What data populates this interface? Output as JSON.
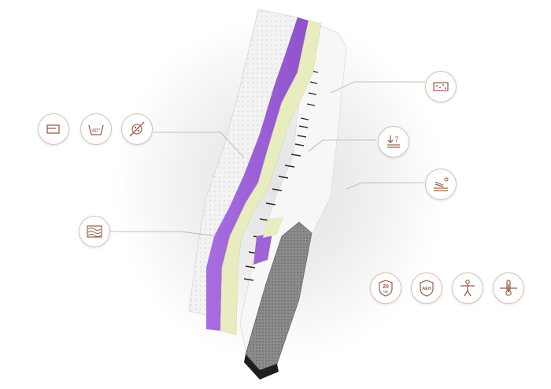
{
  "accent_color": "#9a5d47",
  "layer_colors": {
    "cover": "#f1f1f1",
    "memory_foam": "#9f63d8",
    "support_foam": "#e8ecbe",
    "pocket_springs": "#f7f7f7",
    "base_panel": "#8a8a8a"
  },
  "icons": {
    "care": [
      {
        "name": "tumble-dry-icon"
      },
      {
        "name": "wash-40-icon",
        "text": "40°"
      },
      {
        "name": "anti-allergy-icon"
      }
    ],
    "layers": [
      {
        "name": "breathable-foam-icon"
      },
      {
        "name": "firmness-7-icon",
        "text": "7"
      },
      {
        "name": "ventilation-icon"
      },
      {
        "name": "springs-icon"
      }
    ],
    "features": [
      {
        "name": "warranty-icon",
        "text_top": "20",
        "text_bottom": "lat"
      },
      {
        "name": "aeh-shield-icon",
        "text": "AEH"
      },
      {
        "name": "body-support-icon"
      },
      {
        "name": "thermo-icon"
      }
    ]
  }
}
